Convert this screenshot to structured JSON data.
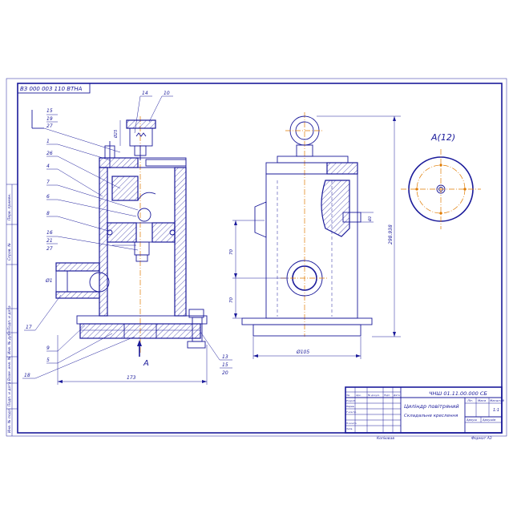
{
  "stamp_top": "ВЗ 000 003 110 ВТНА",
  "section_label": "А(12)",
  "view_arrow_label": "А",
  "callouts_left": [
    {
      "label": "15"
    },
    {
      "label": "19"
    },
    {
      "label": "27"
    },
    {
      "label": "1"
    },
    {
      "label": "26"
    },
    {
      "label": "4"
    },
    {
      "label": "7"
    },
    {
      "label": "6"
    },
    {
      "label": "8"
    },
    {
      "label": "16"
    },
    {
      "label": "21"
    },
    {
      "label": "27"
    },
    {
      "label": "17"
    },
    {
      "label": "9"
    },
    {
      "label": "5"
    },
    {
      "label": "18"
    }
  ],
  "callouts_top": [
    {
      "label": "14"
    },
    {
      "label": "10"
    }
  ],
  "callouts_right": [
    {
      "label": "13"
    },
    {
      "label": "15"
    },
    {
      "label": "20"
    }
  ],
  "dimensions": {
    "left_width": "173",
    "pipe": "Ø1",
    "top_height": "Ø25",
    "base_width": "Ø105",
    "total_height": "298.938",
    "v1": "70",
    "v2": "70",
    "port": "Ø2"
  },
  "title_block": {
    "doc_number": "ЧНШ 01.11.00.000 СБ",
    "name_line1": "Циліндр повітряний",
    "name_line2": "Складальне креслення",
    "col_lit": "Літ.",
    "col_mass": "Маса",
    "col_scale": "Масштаб",
    "scale": "1:1",
    "sheet": "Аркуш",
    "sheets": "Аркушів",
    "copied": "Копіював",
    "format": "Формат  А3",
    "row_labels": [
      "Зм.",
      "Арк.",
      "№ докум.",
      "Підп.",
      "Дата",
      "Розроб.",
      "Перев.",
      "Т.контр.",
      "Н.контр.",
      "Затв."
    ]
  },
  "side_strip": [
    "Перв. примен.",
    "Справ. №",
    "Подп. и дата",
    "Инв. № дубл.",
    "Взам. инв. №",
    "Подп. и дата",
    "Инв. № подл."
  ]
}
